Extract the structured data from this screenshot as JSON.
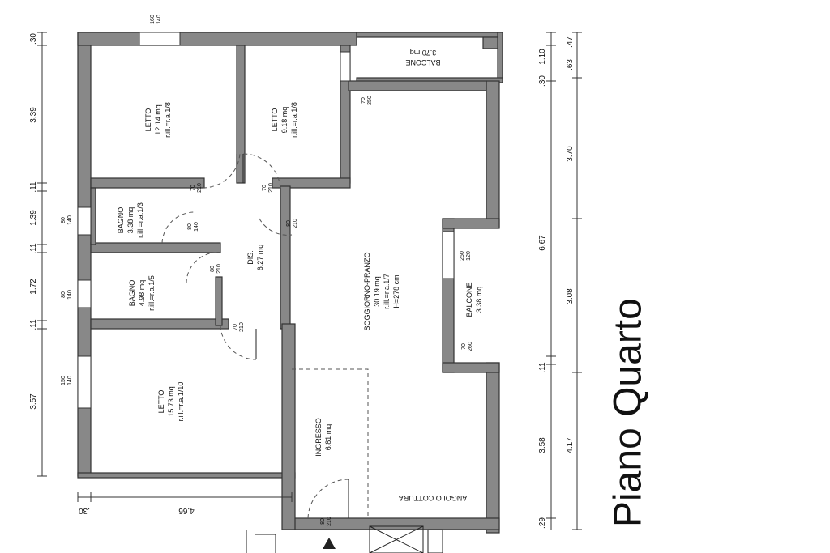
{
  "title": "Piano Quarto",
  "rooms": {
    "letto_top_left": {
      "name": "LETTO",
      "area": "12.14 mq",
      "ratio": "r.ill.=r.a.1/8"
    },
    "letto_top_mid": {
      "name": "LETTO",
      "area": "9.18 mq",
      "ratio": "r.ill.=r.a.1/8"
    },
    "balcone_top": {
      "name": "BALCONE",
      "area": "3.70 mq"
    },
    "bagno_1": {
      "name": "BAGNO",
      "area": "3.38 mq",
      "ratio": "r.ill.=r.a.1/3"
    },
    "bagno_2": {
      "name": "BAGNO",
      "area": "4.98 mq",
      "ratio": "r.ill.=r.a.1/5"
    },
    "dis": {
      "name": "DIS.",
      "area": "6.27 mq"
    },
    "soggiorno": {
      "name": "SOGGIORNO-PRANZO",
      "area": "30.19 mq",
      "ratio": "r.ill.=r.a.1/7",
      "height": "H=278 cm"
    },
    "balcone_right": {
      "name": "BALCONE",
      "area": "3.38 mq"
    },
    "letto_bottom": {
      "name": "LETTO",
      "area": "15.73 mq",
      "ratio": "r.ill.=r.a.1/10"
    },
    "ingresso": {
      "name": "INGRESSO",
      "area": "6.81 mq"
    },
    "angolo_cottura": {
      "name": "ANGOLO COTTURA"
    }
  },
  "dimensions_left": [
    ".30",
    "3.39",
    ".11",
    "1.39",
    ".11",
    "1.72",
    ".11",
    "3.57"
  ],
  "dimensions_right_inner": [
    ".30",
    "1.10",
    "6.67",
    ".11",
    "3.58",
    ".29"
  ],
  "dimensions_right_outer": [
    ".47",
    ".63",
    "3.70",
    "3.08",
    "4.17"
  ],
  "dimensions_bottom": [
    ".30",
    "4.66"
  ],
  "door_labels": {
    "d70": "70",
    "d210": "210",
    "d80": "80",
    "d140": "140",
    "d150": "150",
    "d160": "160",
    "d120": "120",
    "d250": "250",
    "d260": "260"
  }
}
